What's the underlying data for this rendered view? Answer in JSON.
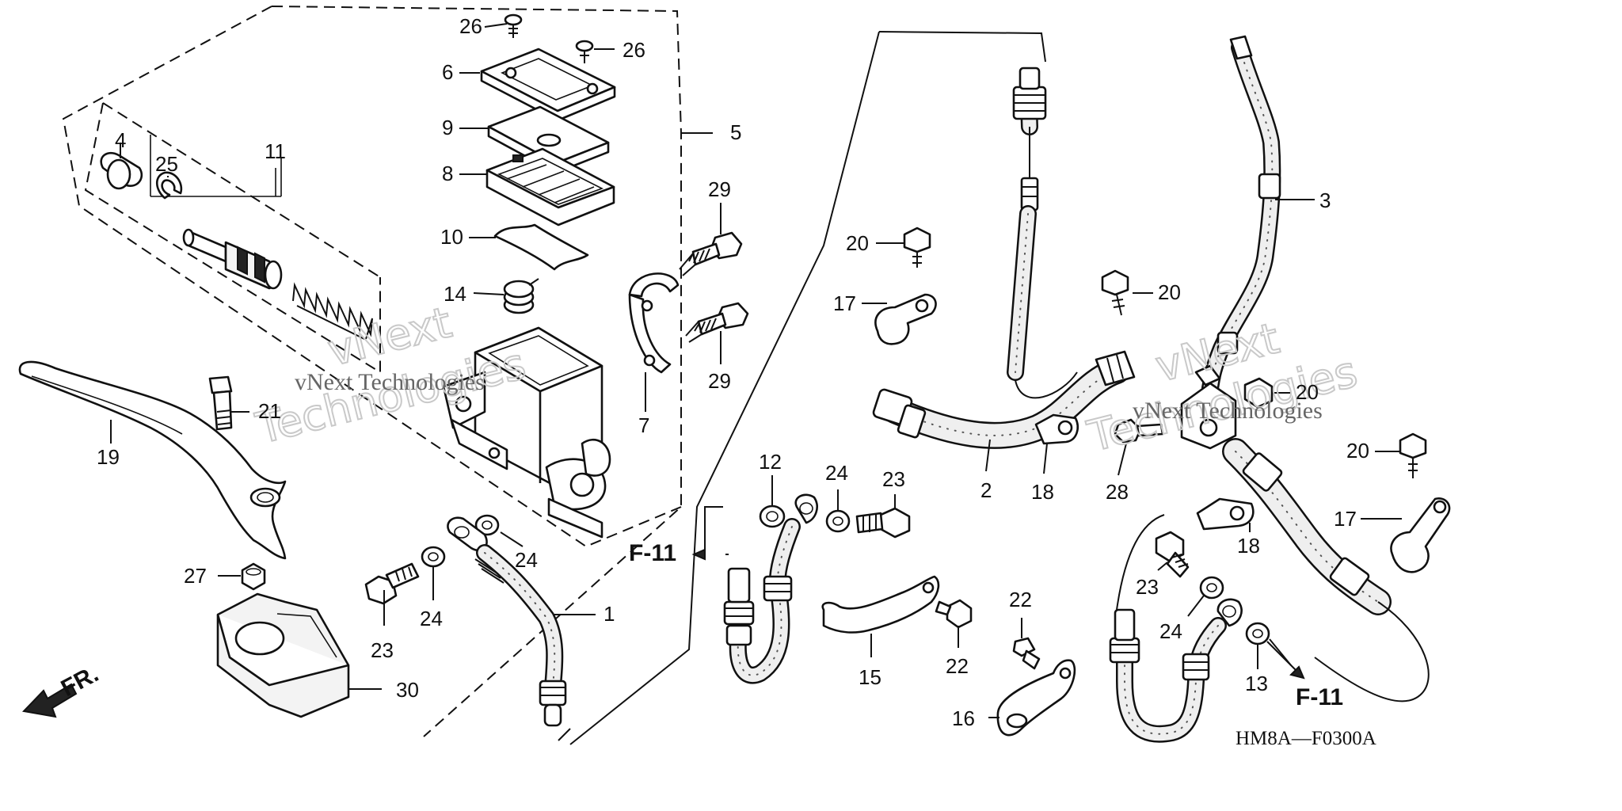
{
  "diagram": {
    "code": "HM8A—F0300A",
    "front_label": "FR.",
    "watermark_lines": [
      "vNext",
      "Technologies"
    ],
    "watermark_caption": "vNext Technologies",
    "ref_labels": [
      "F-11",
      "F-11"
    ],
    "callouts": [
      {
        "id": "c-26a",
        "text": "26"
      },
      {
        "id": "c-26b",
        "text": "26"
      },
      {
        "id": "c-6",
        "text": "6"
      },
      {
        "id": "c-9",
        "text": "9"
      },
      {
        "id": "c-8",
        "text": "8"
      },
      {
        "id": "c-10",
        "text": "10"
      },
      {
        "id": "c-14",
        "text": "14"
      },
      {
        "id": "c-5",
        "text": "5"
      },
      {
        "id": "c-7",
        "text": "7"
      },
      {
        "id": "c-29a",
        "text": "29"
      },
      {
        "id": "c-29b",
        "text": "29"
      },
      {
        "id": "c-4",
        "text": "4"
      },
      {
        "id": "c-25",
        "text": "25"
      },
      {
        "id": "c-11",
        "text": "11"
      },
      {
        "id": "c-21",
        "text": "21"
      },
      {
        "id": "c-19",
        "text": "19"
      },
      {
        "id": "c-27",
        "text": "27"
      },
      {
        "id": "c-30",
        "text": "30"
      },
      {
        "id": "c-23a",
        "text": "23"
      },
      {
        "id": "c-24a",
        "text": "24"
      },
      {
        "id": "c-24b",
        "text": "24"
      },
      {
        "id": "c-1",
        "text": "1"
      },
      {
        "id": "c-12",
        "text": "12"
      },
      {
        "id": "c-24c",
        "text": "24"
      },
      {
        "id": "c-23b",
        "text": "23"
      },
      {
        "id": "c-15",
        "text": "15"
      },
      {
        "id": "c-22a",
        "text": "22"
      },
      {
        "id": "c-22b",
        "text": "22"
      },
      {
        "id": "c-16",
        "text": "16"
      },
      {
        "id": "c-20a",
        "text": "20"
      },
      {
        "id": "c-17a",
        "text": "17"
      },
      {
        "id": "c-2",
        "text": "2"
      },
      {
        "id": "c-18a",
        "text": "18"
      },
      {
        "id": "c-28",
        "text": "28"
      },
      {
        "id": "c-20b",
        "text": "20"
      },
      {
        "id": "c-3",
        "text": "3"
      },
      {
        "id": "c-20c",
        "text": "20"
      },
      {
        "id": "c-20d",
        "text": "20"
      },
      {
        "id": "c-17b",
        "text": "17"
      },
      {
        "id": "c-18b",
        "text": "18"
      },
      {
        "id": "c-23c",
        "text": "23"
      },
      {
        "id": "c-24d",
        "text": "24"
      },
      {
        "id": "c-13",
        "text": "13"
      }
    ]
  }
}
